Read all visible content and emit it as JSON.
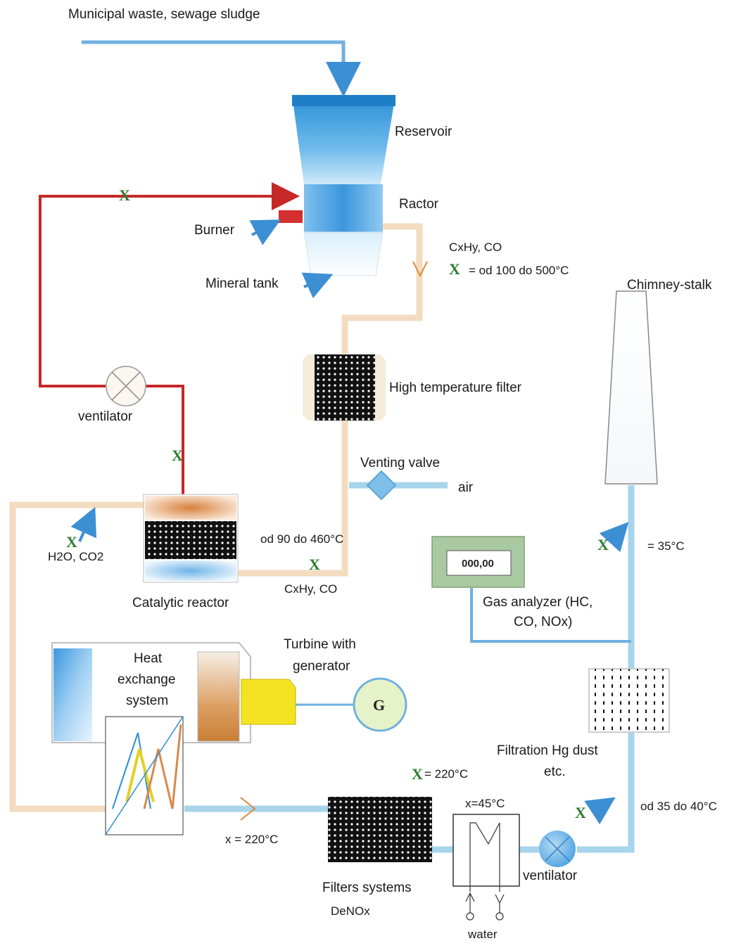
{
  "labels": {
    "input": "Municipal waste, sewage sludge",
    "reservoir": "Reservoir",
    "reactor": "Ractor",
    "burner": "Burner",
    "mineral_tank": "Mineral tank",
    "gas_top": "CxHy, CO",
    "temp_top": "= od 100 do 500°C",
    "chimney": "Chimney-stalk",
    "ventilator_top": "ventilator",
    "ht_filter": "High temperature  filter",
    "venting_valve": "Venting valve",
    "air": "air",
    "h2o_co2": "H2O, CO2",
    "temp_catalytic": "od 90 do 460°C",
    "gas_bottom": "CxHy, CO",
    "catalytic_reactor": "Catalytic reactor",
    "temp_chimney": "= 35°C",
    "gas_analyzer_line1": "Gas analyzer (HC,",
    "gas_analyzer_line2": "CO, NOx)",
    "analyzer_display": "000,00",
    "heat_line1": "Heat",
    "heat_line2": "exchange",
    "heat_line3": "system",
    "turbine_line1": "Turbine with",
    "turbine_line2": "generator",
    "generator": "G",
    "filtration_line1": "Filtration Hg dust",
    "filtration_line2": "etc.",
    "temp_220_top": "= 220°C",
    "temp_220_bottom": "x = 220°C",
    "temp_45": "x=45°C",
    "temp_35_40": "od 35 do 40°C",
    "filters_line1": "Filters systems",
    "filters_line2": "DeNOx",
    "ventilator_bottom": "ventilator",
    "water": "water",
    "x_mark": "X"
  },
  "colors": {
    "flue_gas_pipe": "#a8d4ec",
    "process_gas_pipe": "#f3dcc0",
    "recirculation_pipe": "#c62828",
    "reservoir_blue": "#4aa3e0",
    "marker_green": "#2e7d32",
    "analyzer_green": "#a9c9a1",
    "turbine_yellow": "#f3e321",
    "generator_green": "#e6f2c8",
    "burner_red": "#d32f2f"
  }
}
